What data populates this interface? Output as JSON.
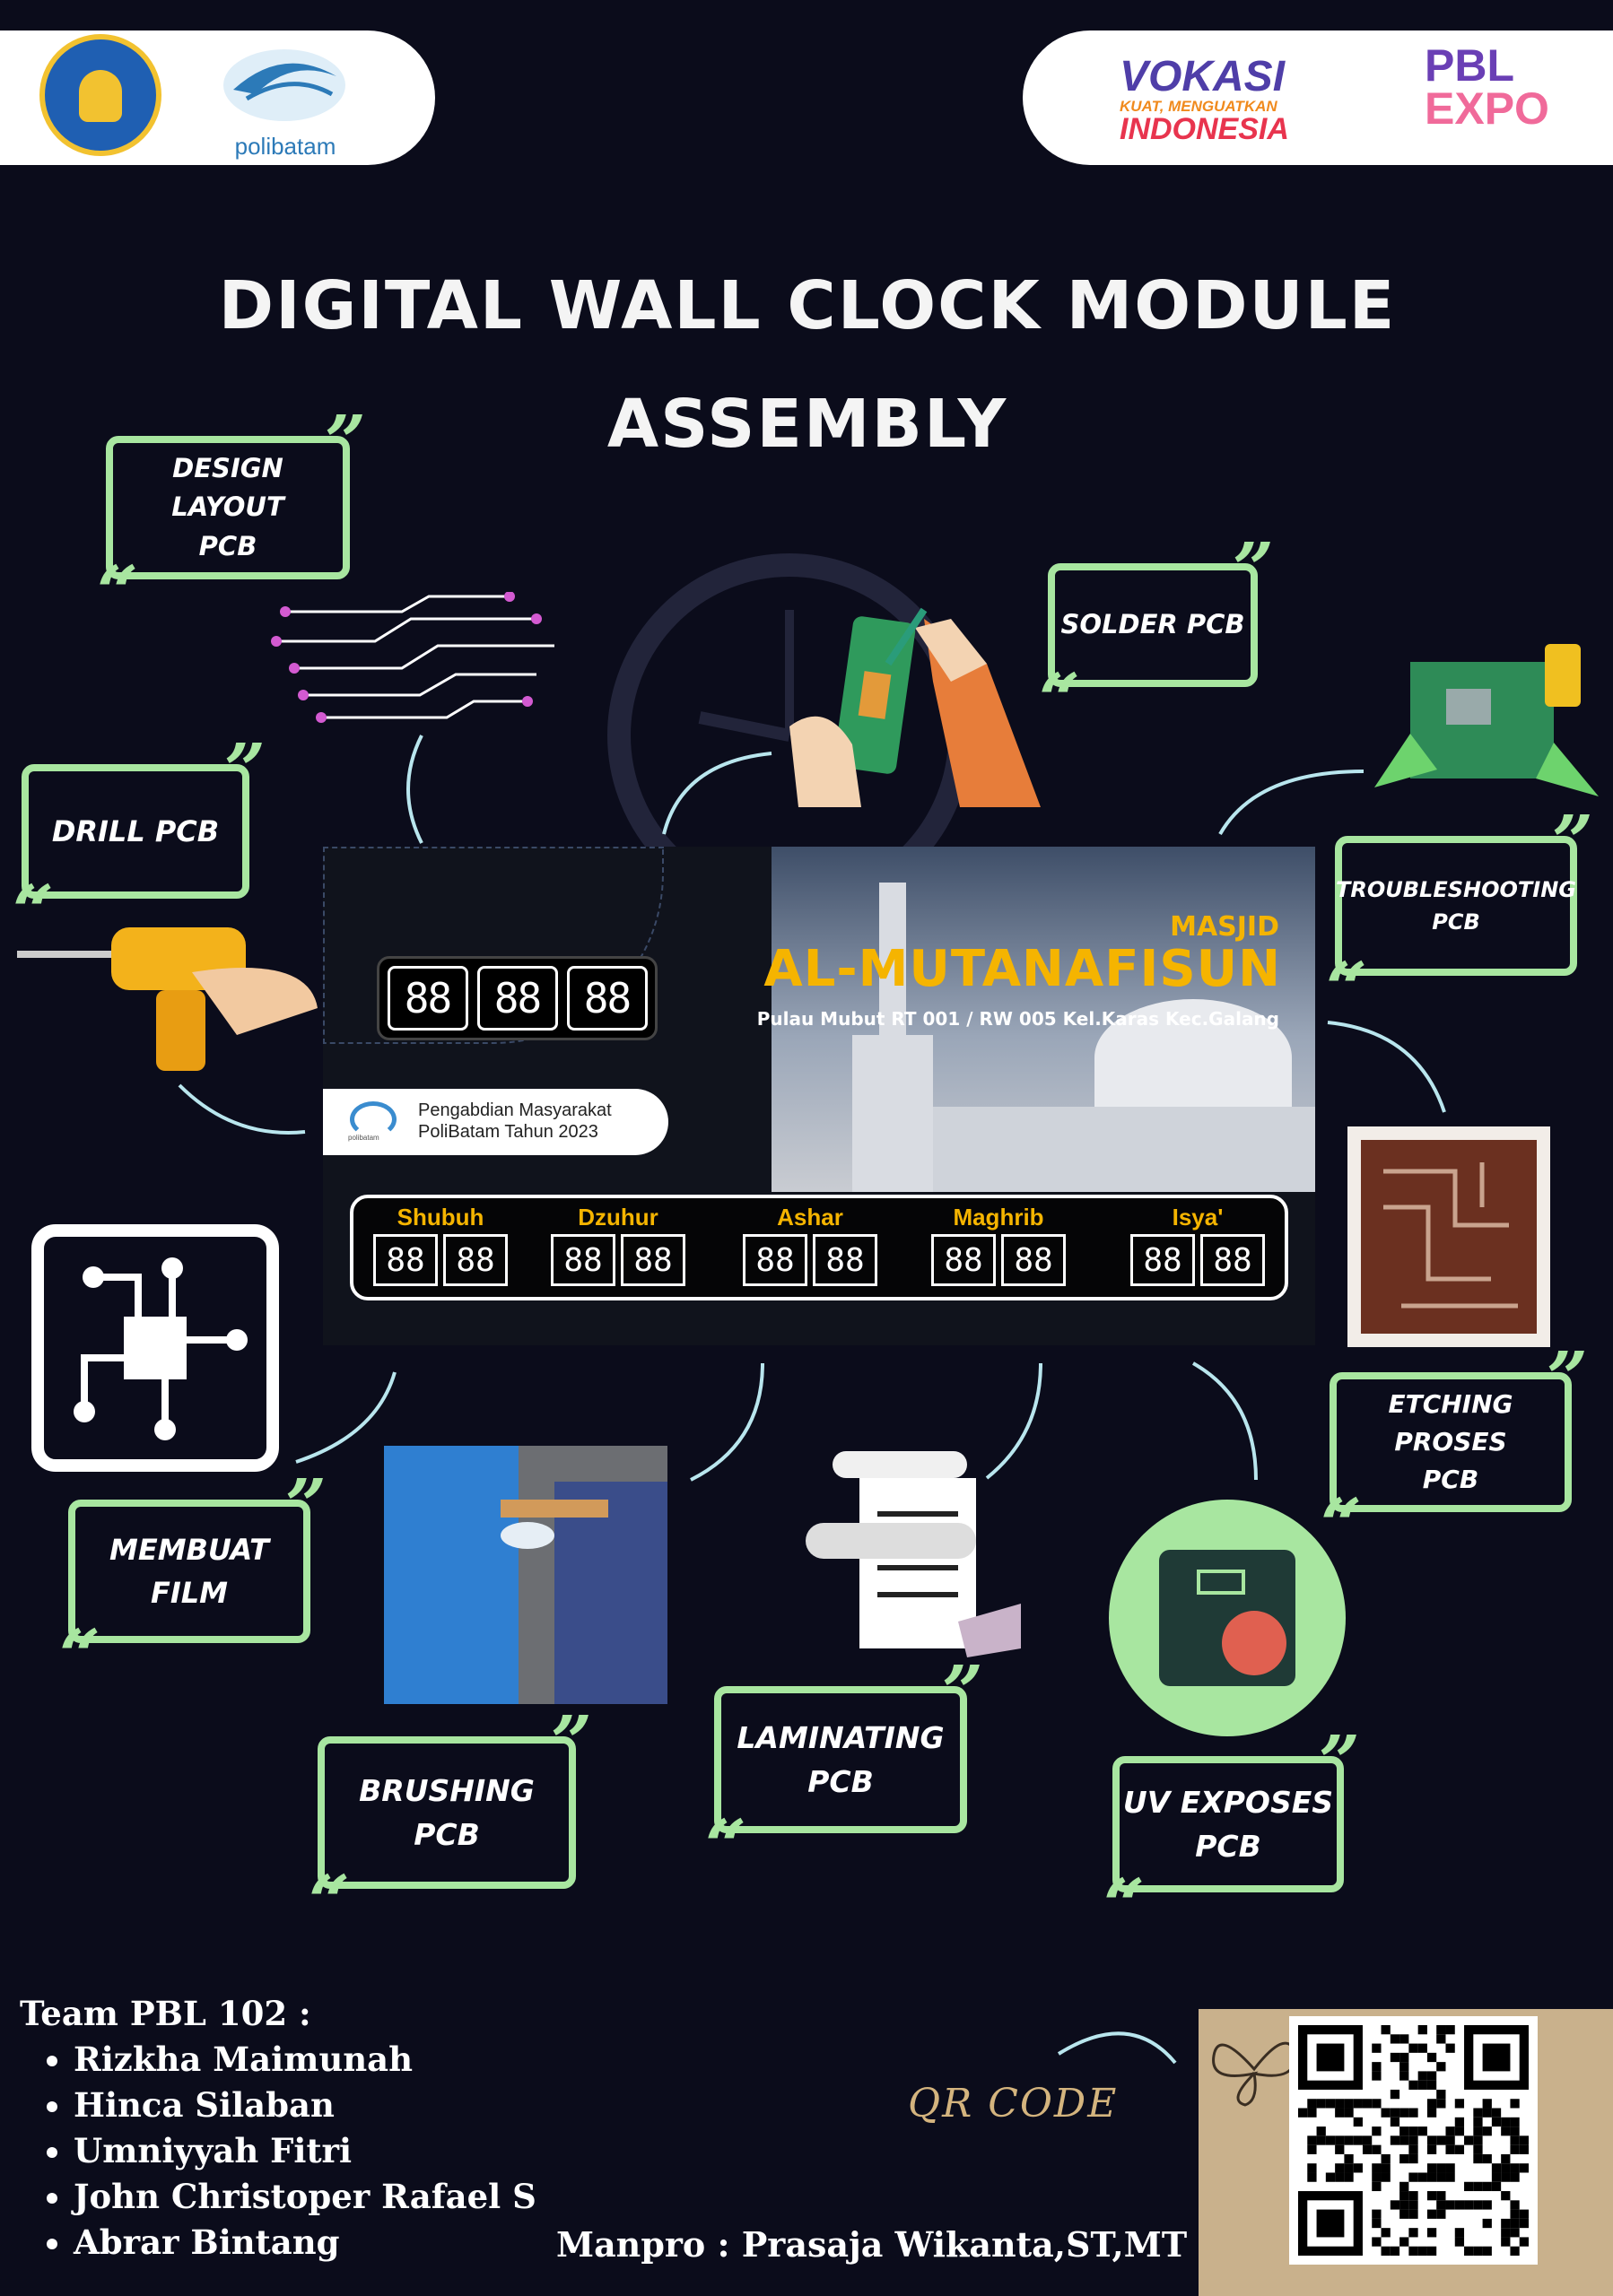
{
  "header": {
    "left_logo_text": "polibatam",
    "vokasi_line1": "VOKASI",
    "vokasi_line2": "KUAT, MENGUATKAN",
    "vokasi_line3": "INDONESIA",
    "pbl_line1": "PBL",
    "pbl_line2": "EXPO"
  },
  "title": {
    "line1": "DIGITAL WALL CLOCK MODULE",
    "line2": "ASSEMBLY"
  },
  "steps": {
    "design_layout": "DESIGN LAYOUT\nPCB",
    "solder": "SOLDER PCB",
    "drill": "DRILL PCB",
    "troubleshooting": "TROUBLESHOOTING\nPCB",
    "etching": "ETCHING PROSES\nPCB",
    "membuat_film": "MEMBUAT\nFILM",
    "brushing": "BRUSHING\nPCB",
    "laminating": "LAMINATING\nPCB",
    "uv_exposes": "UV EXPOSES\nPCB"
  },
  "panel": {
    "clock_digits": [
      "88",
      "88",
      "88"
    ],
    "masjid_label": "MASJID",
    "masjid_name": "AL-MUTANAFISUN",
    "address": "Pulau Mubut RT 001 / RW 005 Kel.Karas Kec.Galang",
    "logo_text": "polibatam",
    "pengabdian_line1": "Pengabdian Masyarakat",
    "pengabdian_line2": "PoliBatam Tahun 2023",
    "prayers": [
      {
        "name": "Shubuh",
        "d1": "88",
        "d2": "88"
      },
      {
        "name": "Dzuhur",
        "d1": "88",
        "d2": "88"
      },
      {
        "name": "Ashar",
        "d1": "88",
        "d2": "88"
      },
      {
        "name": "Maghrib",
        "d1": "88",
        "d2": "88"
      },
      {
        "name": "Isya'",
        "d1": "88",
        "d2": "88"
      }
    ]
  },
  "team": {
    "heading": "Team PBL 102 :",
    "members": [
      "Rizkha Maimunah",
      "Hinca Silaban",
      "Umniyyah Fitri",
      "John Christoper Rafael S",
      "Abrar Bintang"
    ]
  },
  "manpro": "Manpro : Prasaja Wikanta,ST,MT",
  "qr_label": "QR CODE",
  "colors": {
    "background": "#0b0c1b",
    "accent_green": "#a8e6a0",
    "gold": "#f5b400"
  }
}
